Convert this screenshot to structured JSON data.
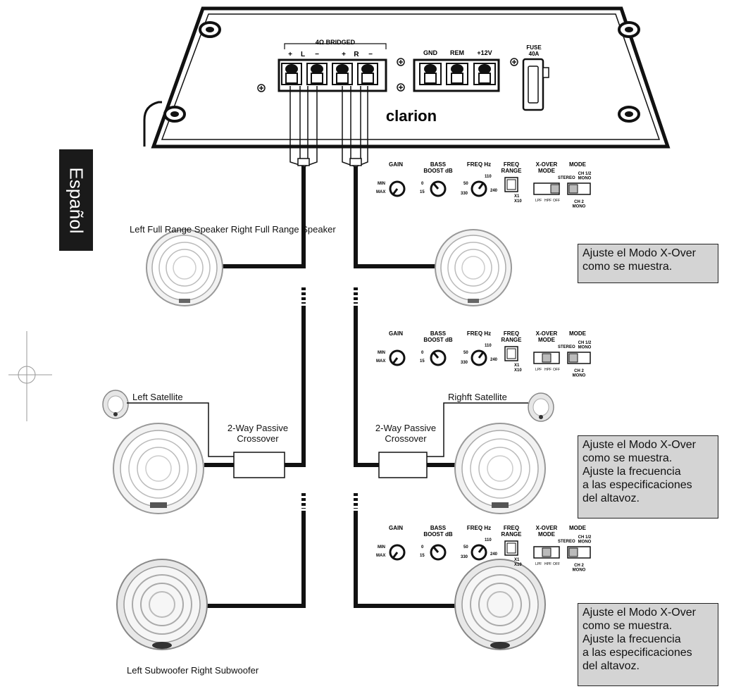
{
  "amplifier": {
    "bridged_label": "4Ω BRIDGED",
    "terminal_labels": [
      "+",
      "L",
      "−",
      "+",
      "R",
      "−"
    ],
    "power_labels": [
      "GND",
      "REM",
      "+12V"
    ],
    "fuse_label": "FUSE",
    "fuse_rating": "40A",
    "brand": "clarion"
  },
  "language_tab": "Español",
  "control_panel": {
    "gain": "GAIN",
    "gain_min": "MIN",
    "gain_max": "MAX",
    "bass_boost": "BASS\nBOOST dB",
    "bass_0": "0",
    "bass_15": "15",
    "freq": "FREQ Hz",
    "freq_50": "50",
    "freq_110": "110",
    "freq_240": "240",
    "freq_330": "330",
    "freq_range": "FREQ\nRANGE",
    "range_x1": "X1",
    "range_x10": "X10",
    "xover_mode": "X-OVER\nMODE",
    "xover_pos": [
      "LPF",
      "HPF",
      "OFF"
    ],
    "mode": "MODE",
    "mode_stereo": "STEREO",
    "mode_ch12": "CH 1/2\nMONO",
    "mode_ch2": "CH 2\nMONO"
  },
  "labels": {
    "full_range": "Left Full Range Speaker Right Full Range Speaker",
    "left_satellite": "Left Satellite",
    "right_satellite": "Righft Satellite",
    "crossover_left": "2-Way Passive\nCrossover",
    "crossover_right": "2-Way Passive\nCrossover",
    "subwoofers": "Left Subwoofer Right Subwoofer"
  },
  "notes": {
    "note1": "Ajuste el Modo X-Over\ncomo se muestra.",
    "note2": "Ajuste el Modo X-Over\ncomo se muestra.\nAjuste la frecuencia\na las especificaciones\ndel altavoz.",
    "note3": "Ajuste el Modo X-Over\ncomo se muestra.\nAjuste la frecuencia\na las especificaciones\ndel altavoz."
  }
}
